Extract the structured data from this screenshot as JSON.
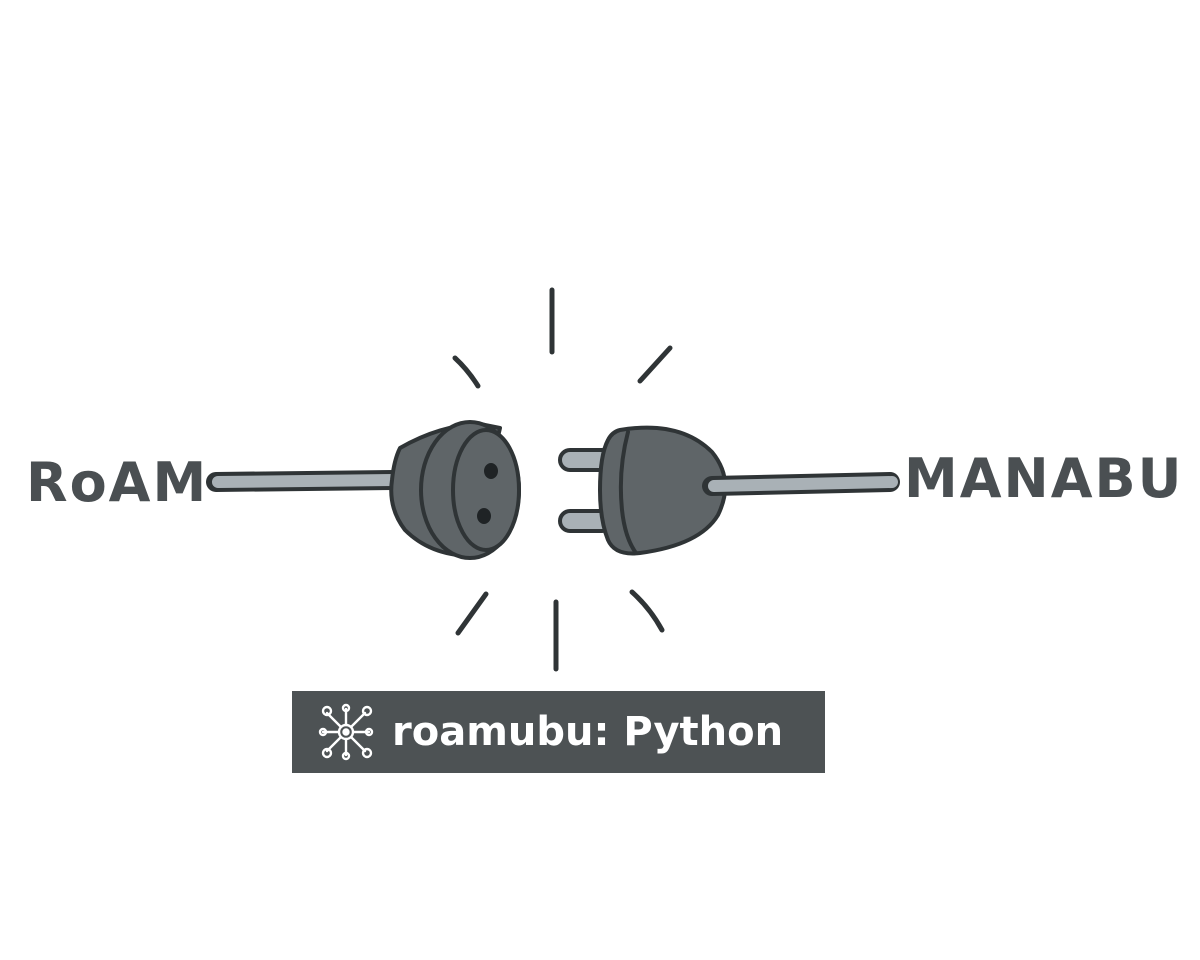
{
  "labels": {
    "left": "RoAM",
    "right": "MANABU"
  },
  "banner": {
    "text": "roamubu: Python",
    "icon": "network-hub-icon"
  },
  "colors": {
    "plug_body": "#5f6568",
    "outline": "#2f3436",
    "cable": "#a9b1b6",
    "label_text": "#4a4f52",
    "banner_bg": "#4d5254",
    "banner_text": "#ffffff"
  }
}
